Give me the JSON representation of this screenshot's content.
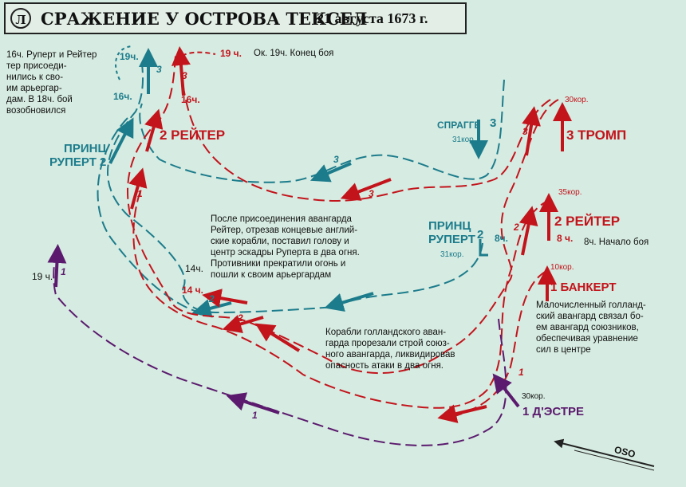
{
  "title": {
    "logo": "Л",
    "main": "СРАЖЕНИЕ У ОСТРОВА ТЕКСЕЛ",
    "date": "21 августа 1673 г."
  },
  "notes": {
    "top_left": [
      "16ч. Руперт и Рейтер",
      "тер присоеди-",
      "нились к сво-",
      "им арьергар-",
      "дам. В 18ч. бой",
      "возобновился"
    ],
    "end": "Ок. 19ч. Конец боя",
    "center": [
      "После присоединения авангарда",
      "Рейтер, отрезав концевые англий-",
      "ские корабли, поставил голову и",
      "центр эскадры Руперта в два огня.",
      "Противники прекратили огонь и",
      "пошли к своим арьергардам"
    ],
    "lower": [
      "Корабли голландского аван-",
      "гарда прорезали строй союз-",
      "ного авангарда, ликвидировав",
      "опасность атаки в два огня."
    ],
    "right": [
      "Малочисленный голланд-",
      "ский авангард связал бо-",
      "ем авангард союзников,",
      "обеспечивая уравнение",
      "сил в центре"
    ],
    "start": "8ч. Начало боя"
  },
  "labels": {
    "prince_rupert_1": [
      "ПРИНЦ",
      "РУПЕРТ 2"
    ],
    "prince_rupert_2": [
      "ПРИНЦ",
      "РУПЕРТ"
    ],
    "prince_rupert_2_num": "2",
    "prince_rupert_2_time": "8ч.",
    "prince_rupert_2_ships": "31кор.",
    "reiter_1": "2 РЕЙТЕР",
    "reiter_2": "2 РЕЙТЕР",
    "reiter_2_ships": "35кор.",
    "reiter_2_time": "8 ч.",
    "tromp": "3 ТРОМП",
    "tromp_ships": "30кор.",
    "spragge": "СПРАГГЕ",
    "spragge_num": "3",
    "spragge_ships": "31кор.",
    "bankert": "1 БАНКЕРТ",
    "bankert_ships": "10кор.",
    "destre": "1 Д'ЭСТРЕ",
    "destre_ships": "30кор."
  },
  "times": {
    "t19_top": "19ч.",
    "t19_red": "19 ч.",
    "t16_blue": "16ч.",
    "t16_red": "16ч.",
    "t14_left": "14ч.",
    "t14_red": "14 ч.",
    "t19_left": "19 ч."
  },
  "route_numbers": {
    "blue_3_top": "3",
    "red_3_top": "3",
    "red_3_right": "3",
    "red_3_mid": "3",
    "blue_3_mid": "3",
    "red_1_left": "1",
    "red_2_right": "2",
    "red_1_right": "1",
    "purple_1_top": "1",
    "purple_1_bottom": "1",
    "blue_2_lower": "2",
    "red_2_lower": "2"
  },
  "compass": "OSO",
  "colors": {
    "background": "#d6ebe1",
    "english_fleet": "#1c7c8c",
    "dutch_fleet": "#c3141c",
    "french_fleet": "#5b1a6e"
  }
}
